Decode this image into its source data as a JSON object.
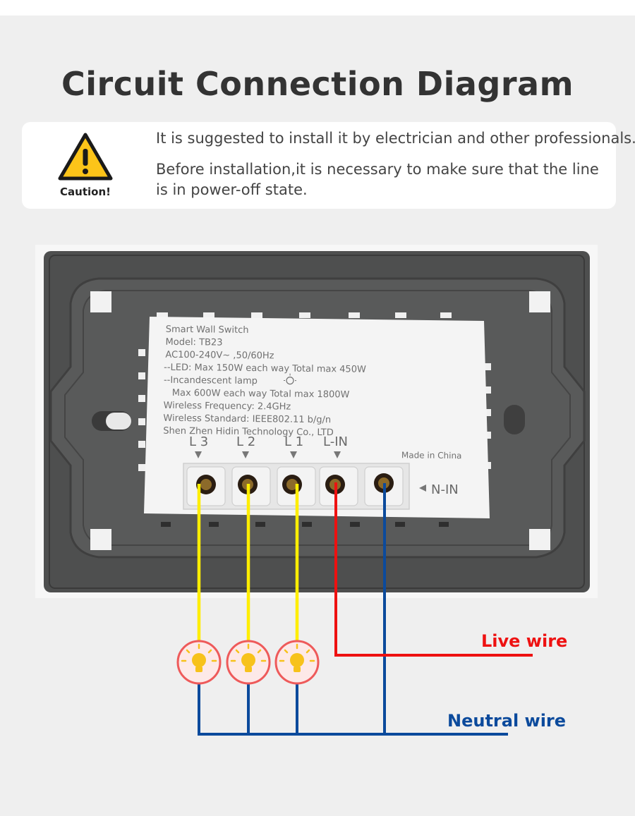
{
  "page": {
    "title": "Circuit Connection Diagram"
  },
  "caution": {
    "label": "Caution!",
    "line1": "It is suggested to install it by electrician and other professionals.",
    "line2": "Before installation,it is necessary to make sure that the line",
    "line3": "is in power-off state."
  },
  "product_label": {
    "name": "Smart Wall Switch",
    "model": "Model: TB23",
    "rating": "AC100-240V~ ,50/60Hz",
    "led": "--LED: Max 150W each way Total max 450W",
    "incandescent": "--Incandescent lamp",
    "incandescent_max": "Max 600W each way Total max 1800W",
    "wireless_freq": "Wireless Frequency: 2.4GHz",
    "wireless_std": "Wireless Standard: IEEE802.11 b/g/n",
    "maker": "Shen Zhen Hidin Technology Co., LTD",
    "made_in": "Made in China"
  },
  "terminals": {
    "l3": "L 3",
    "l2": "L 2",
    "l1": "L 1",
    "lin": "L-IN",
    "nin": "N-IN"
  },
  "wires": {
    "live_label": "Live wire",
    "neutral_label": "Neutral wire",
    "live_color": "#ee1111",
    "neutral_color": "#0b4a9c",
    "switched_color": "#ffee00"
  },
  "colors": {
    "bulb_ring": "#ee5a5a",
    "bulb_fill": "#f7c21b",
    "caution_yellow": "#fcc419"
  }
}
